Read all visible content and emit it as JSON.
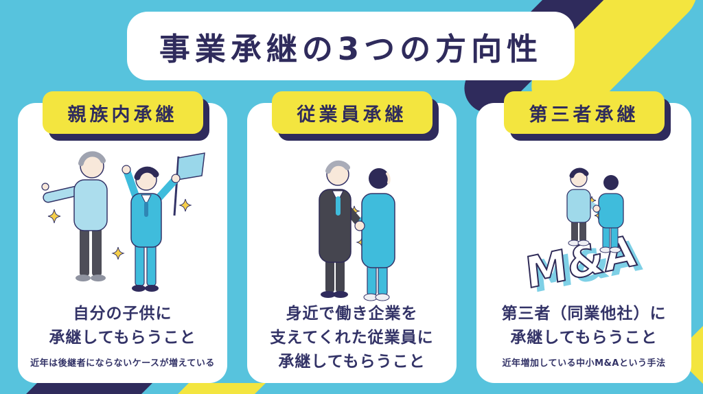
{
  "page": {
    "title": "事業承継の3つの方向性"
  },
  "colors": {
    "background": "#57C3DD",
    "accent_yellow": "#F3E53F",
    "navy": "#2F2B5C",
    "text_navy": "#333367",
    "illustration_cyan": "#3FBCDC",
    "illustration_light_blue": "#A5DCEC",
    "card_white": "#FFFFFF"
  },
  "cards": [
    {
      "header": "親族内承継",
      "lines": [
        "自分の子供に",
        "承継してもらうこと"
      ],
      "note": "近年は後継者にならないケースが増えている",
      "illustration": "parent-pointing-and-son-with-flag"
    },
    {
      "header": "従業員承継",
      "lines": [
        "身近で働き企業を",
        "支えてくれた従業員に",
        "承継してもらうこと"
      ],
      "note": "",
      "illustration": "boss-and-employee-handshake"
    },
    {
      "header": "第三者承継",
      "lines": [
        "第三者（同業他社）に",
        "承継してもらうこと"
      ],
      "note": "近年増加している中小M&Aという手法",
      "illustration_label": "M&A",
      "illustration": "two-men-handshake-on-ma-blocks"
    }
  ]
}
